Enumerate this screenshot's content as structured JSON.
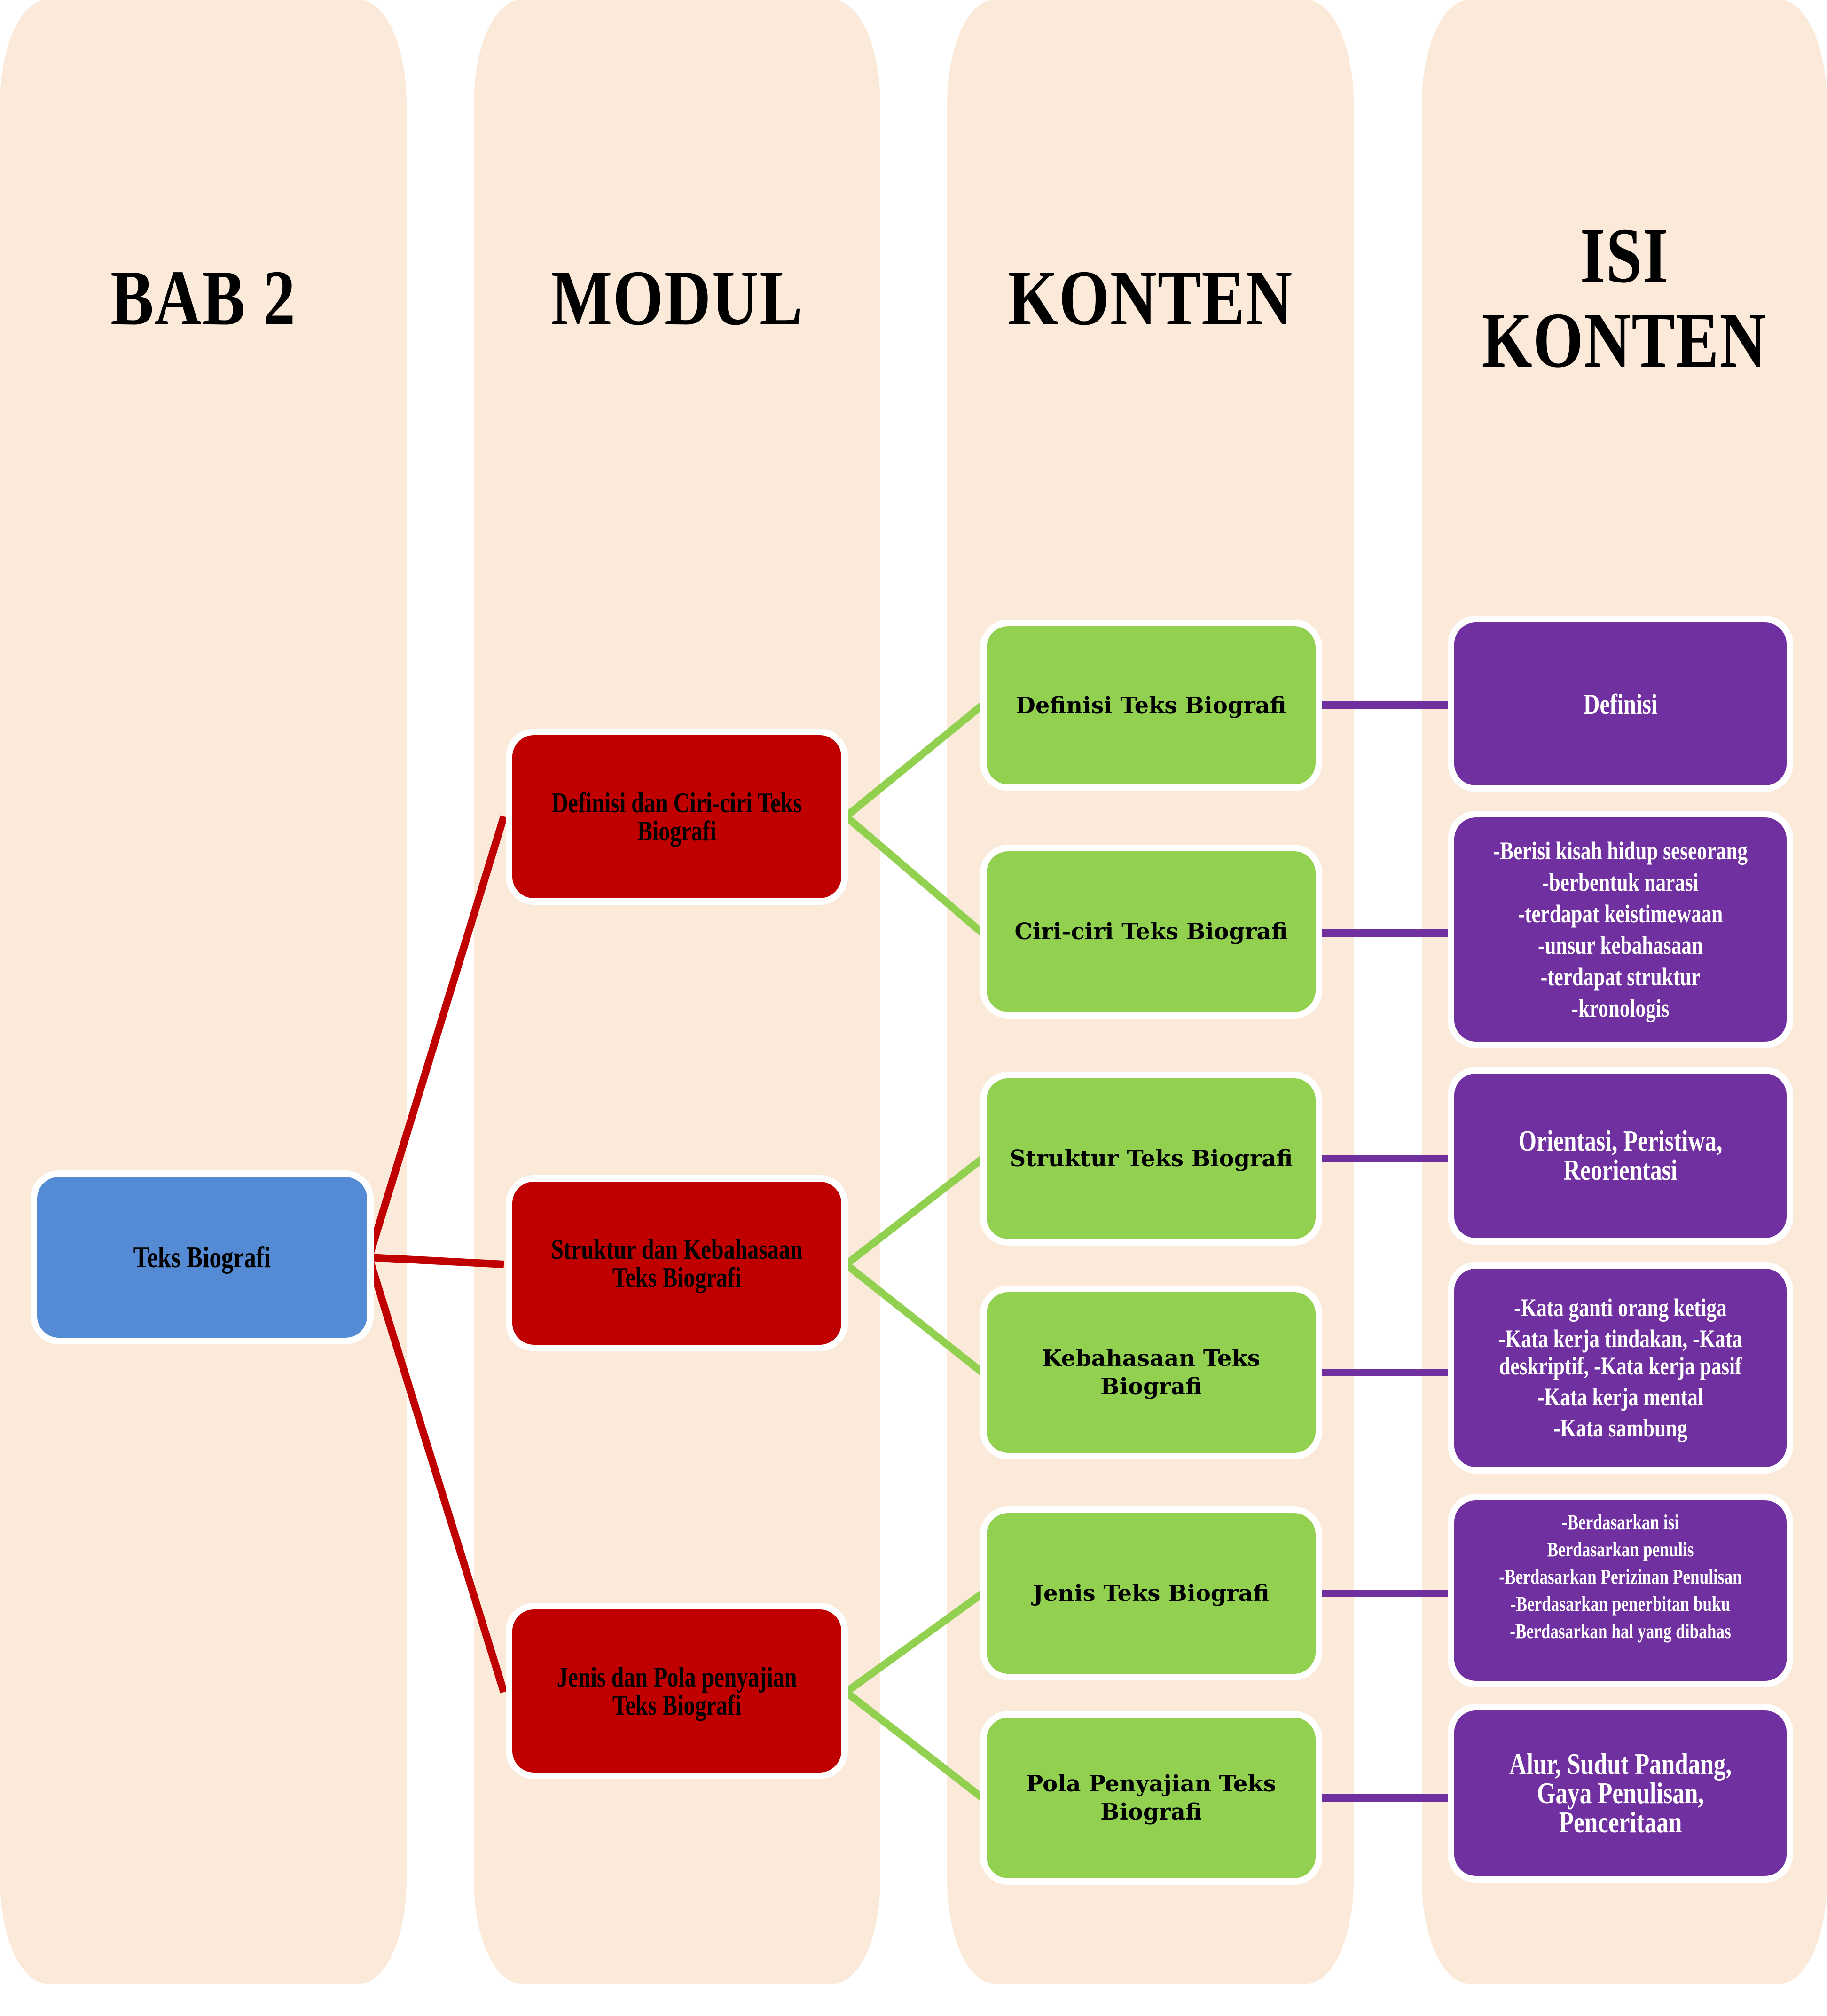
{
  "columns": [
    {
      "title": "BAB 2"
    },
    {
      "title": "MODUL"
    },
    {
      "title": "KONTEN"
    },
    {
      "title_lines": [
        "ISI",
        "KONTEN"
      ]
    }
  ],
  "root": {
    "label": "Teks Biografi"
  },
  "modules": [
    {
      "label_lines": [
        "Definisi dan Ciri-ciri Teks",
        "Biografi"
      ]
    },
    {
      "label_lines": [
        "Struktur dan Kebahasaan",
        "Teks Biografi"
      ]
    },
    {
      "label_lines": [
        "Jenis dan Pola penyajian",
        "Teks Biografi"
      ]
    }
  ],
  "contents": [
    {
      "label_lines": [
        "Definisi Teks Biografi"
      ]
    },
    {
      "label_lines": [
        "Ciri-ciri Teks Biografi"
      ]
    },
    {
      "label_lines": [
        "Struktur Teks Biografi"
      ]
    },
    {
      "label_lines": [
        "Kebahasaan Teks",
        "Biografi"
      ]
    },
    {
      "label_lines": [
        "Jenis Teks Biografi"
      ]
    },
    {
      "label_lines": [
        "Pola Penyajian Teks",
        "Biografi"
      ]
    }
  ],
  "details": [
    {
      "lines": [
        "Definisi"
      ]
    },
    {
      "lines": [
        "-Berisi kisah hidup seseorang",
        "-berbentuk narasi",
        "-terdapat keistimewaan",
        "-unsur kebahasaan",
        "-terdapat struktur",
        "-kronologis"
      ]
    },
    {
      "lines": [
        "Orientasi, Peristiwa,",
        "Reorientasi"
      ]
    },
    {
      "lines": [
        "-Kata ganti orang ketiga",
        "-Kata kerja tindakan, -Kata",
        "deskriptif, -Kata kerja pasif",
        "-Kata kerja mental",
        "-Kata sambung"
      ]
    },
    {
      "lines": [
        "-Berdasarkan isi",
        "Berdasarkan penulis",
        "-Berdasarkan Perizinan Penulisan",
        "-Berdasarkan penerbitan buku",
        "-Berdasarkan hal yang dibahas"
      ]
    },
    {
      "lines": [
        "Alur, Sudut Pandang,",
        "Gaya Penulisan,",
        "Penceritaan"
      ]
    }
  ],
  "colors": {
    "column_bg": "#fbe9d9",
    "root": "#558bd4",
    "module": "#c00000",
    "content": "#92d050",
    "detail": "#7030a0",
    "root_links": "#c00000",
    "module_links": "#92d050",
    "content_links": "#7030a0"
  }
}
